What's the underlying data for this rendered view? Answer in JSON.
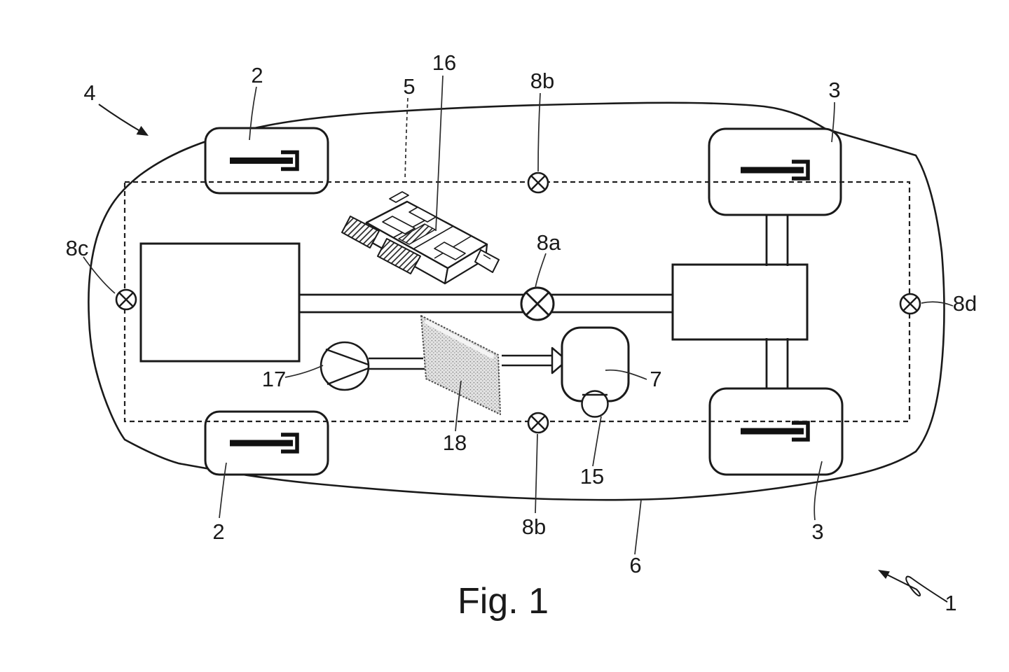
{
  "figure": {
    "caption": "Fig. 1"
  },
  "colors": {
    "ink": "#1a1a1a",
    "background": "#ffffff"
  },
  "labels": {
    "vehicle": "1",
    "left_wheel_top": "2",
    "left_wheel_bottom": "2",
    "right_wheel_top": "3",
    "right_wheel_bottom": "3",
    "body": "4",
    "zone": "5",
    "underbody": "6",
    "tank": "7",
    "sensor_8a": "8a",
    "sensor_8b_top": "8b",
    "sensor_8b_bottom": "8b",
    "sensor_8c": "8c",
    "sensor_8d": "8d",
    "cup": "15",
    "control_module": "16",
    "pump": "17",
    "radiator": "18"
  }
}
